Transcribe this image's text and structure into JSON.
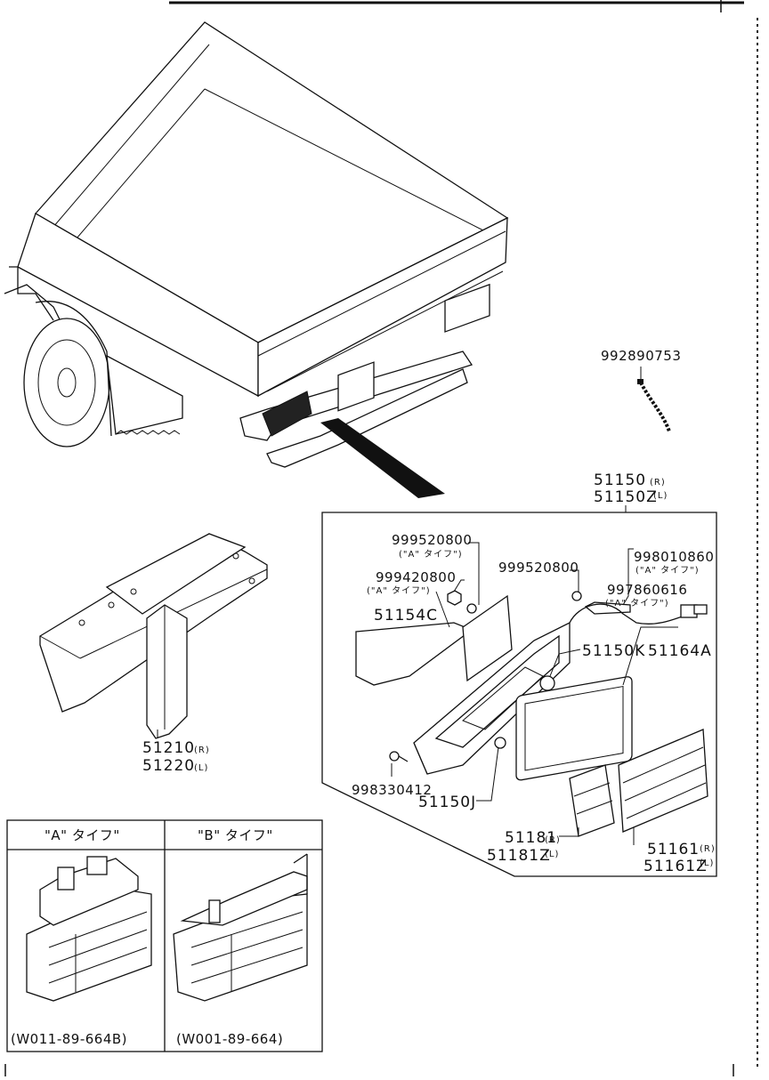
{
  "diagram": {
    "cord_part": "992890753",
    "lamp_assembly": {
      "r": "51150",
      "r_suffix": "(R)",
      "l": "51150Z",
      "l_suffix": "(L)"
    },
    "bracket": {
      "r": "51210",
      "r_suffix": "(R)",
      "l": "51220",
      "l_suffix": "(L)"
    },
    "parts": {
      "p999520800a": "999520800",
      "p999520800a_note": "(\"A\" タイフ\")",
      "p999420800": "999420800",
      "p999420800_note": "(\"A\" タイフ\")",
      "p999520800b": "999520800",
      "p998010860": "998010860",
      "p998010860_note": "(\"A\" タイフ\")",
      "p997860616": "997860616",
      "p997860616_note": "(\"A\" タイフ\")",
      "p51154c": "51154C",
      "p51150k": "51150K",
      "p51164a": "51164A",
      "p998330412": "998330412",
      "p51150j": "51150J",
      "p51181": "51181",
      "p51181_suffix": "(R)",
      "p51181z": "51181Z",
      "p51181z_suffix": "(L)",
      "p51161": "51161",
      "p51161_suffix": "(R)",
      "p51161z": "51161Z",
      "p51161z_suffix": "(L)"
    },
    "variants": {
      "a_header": "\"A\" タイフ\"",
      "b_header": "\"B\" タイフ\"",
      "a_code": "(W011-89-664B)",
      "b_code": "(W001-89-664)"
    }
  }
}
